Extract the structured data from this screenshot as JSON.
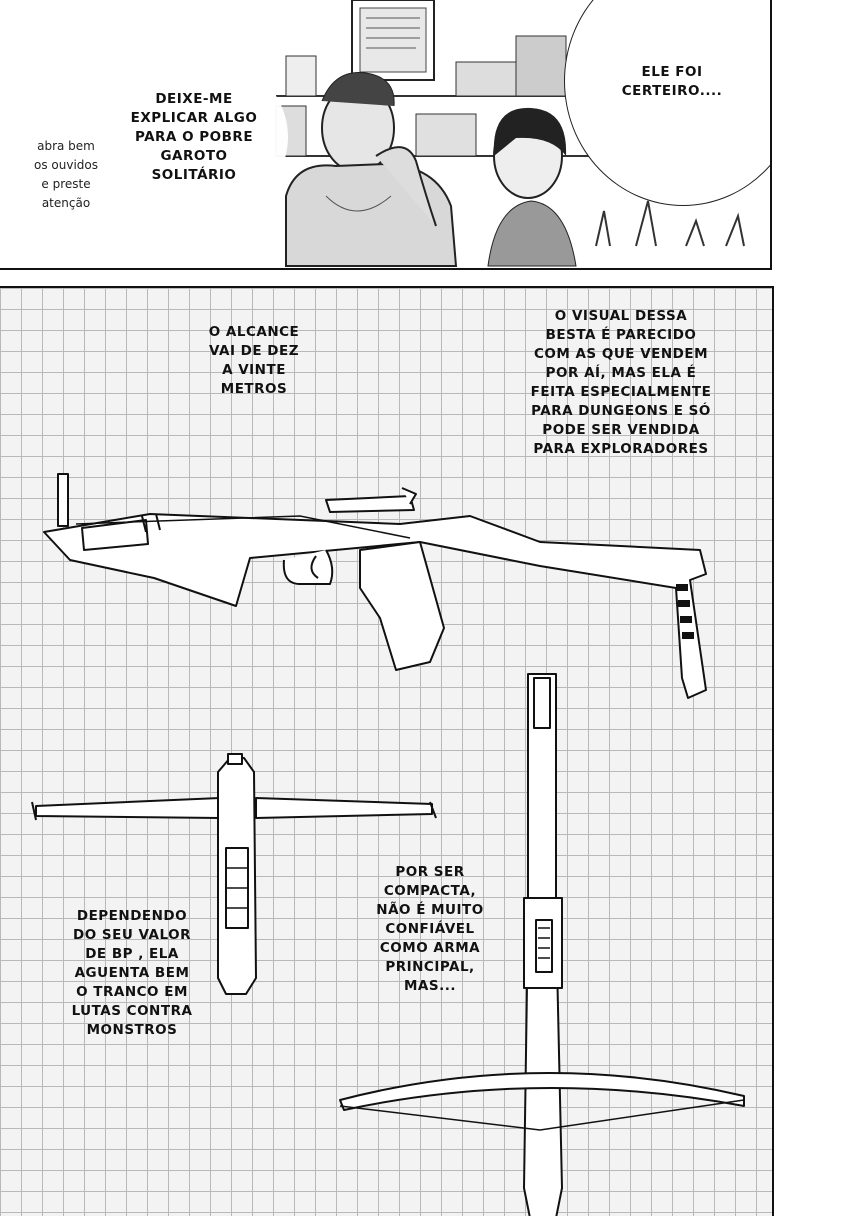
{
  "panel_top": {
    "aside_lines": [
      "abra bem",
      "os ouvidos",
      "e preste",
      "atenção"
    ],
    "speech_left_lines": [
      "DEIXE-ME",
      "EXPLICAR ALGO",
      "PARA O POBRE",
      "GAROTO",
      "SOLITÁRIO"
    ],
    "speech_right_lines": [
      "ELE FOI",
      "CERTEIRO...."
    ]
  },
  "panel_bottom": {
    "range_lines": [
      "O ALCANCE",
      "VAI DE DEZ",
      "A VINTE",
      "METROS"
    ],
    "visual_lines": [
      "O VISUAL DESSA",
      "BESTA É PARECIDO",
      "COM AS QUE VENDEM",
      "POR AÍ, MAS ELA É",
      "FEITA ESPECIALMENTE",
      "PARA DUNGEONS E SÓ",
      "PODE SER VENDIDA",
      "PARA EXPLORADORES"
    ],
    "bp_lines": [
      "DEPENDENDO",
      "DO SEU VALOR",
      "DE BP , ELA",
      "AGUENTA BEM",
      "O TRANCO EM",
      "LUTAS CONTRA",
      "MONSTROS"
    ],
    "compact_lines": [
      "POR SER",
      "COMPACTA,",
      "NÃO É MUITO",
      "CONFIÁVEL",
      "COMO ARMA",
      "PRINCIPAL,",
      "MAS..."
    ]
  }
}
